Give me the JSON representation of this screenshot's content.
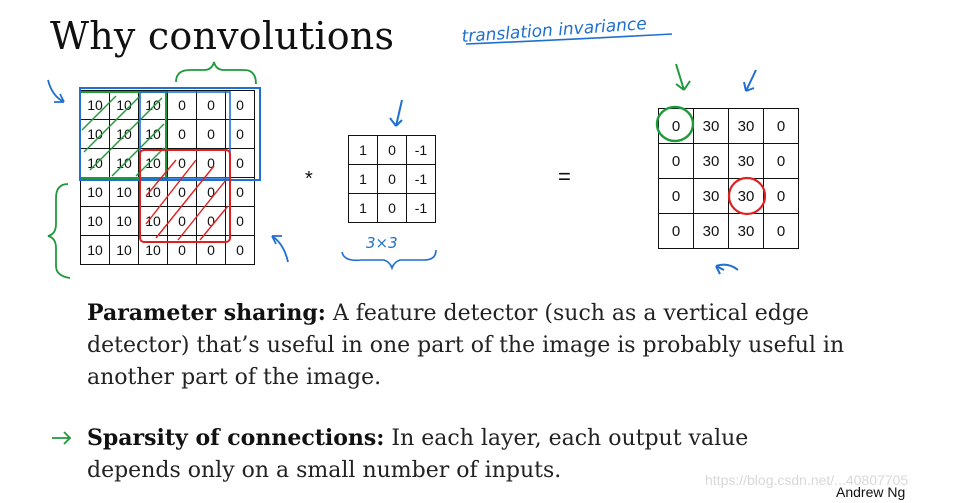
{
  "title": "Why convolutions",
  "annotation": "translation invariance",
  "input_matrix": [
    [
      "10",
      "10",
      "10",
      "0",
      "0",
      "0"
    ],
    [
      "10",
      "10",
      "10",
      "0",
      "0",
      "0"
    ],
    [
      "10",
      "10",
      "10",
      "0",
      "0",
      "0"
    ],
    [
      "10",
      "10",
      "10",
      "0",
      "0",
      "0"
    ],
    [
      "10",
      "10",
      "10",
      "0",
      "0",
      "0"
    ],
    [
      "10",
      "10",
      "10",
      "0",
      "0",
      "0"
    ]
  ],
  "filter_matrix": [
    [
      "1",
      "0",
      "-1"
    ],
    [
      "1",
      "0",
      "-1"
    ],
    [
      "1",
      "0",
      "-1"
    ]
  ],
  "output_matrix": [
    [
      "0",
      "30",
      "30",
      "0"
    ],
    [
      "0",
      "30",
      "30",
      "0"
    ],
    [
      "0",
      "30",
      "30",
      "0"
    ],
    [
      "0",
      "30",
      "30",
      "0"
    ]
  ],
  "operators": {
    "convolve": "*",
    "equals": "="
  },
  "filter_size_note": "3×3",
  "points": [
    {
      "heading": "Parameter sharing:",
      "text": "A feature detector (such as a vertical edge detector) that’s useful in one part of the image is probably useful in another part of the image."
    },
    {
      "heading": "Sparsity of connections:",
      "text": "In each layer, each output value depends only on a small number of inputs."
    }
  ],
  "credit": "Andrew Ng",
  "watermark": "https://blog.csdn.net/...40807705",
  "colors": {
    "green": "#1f9a3b",
    "blue": "#1f6fd0",
    "red": "#e02020"
  }
}
